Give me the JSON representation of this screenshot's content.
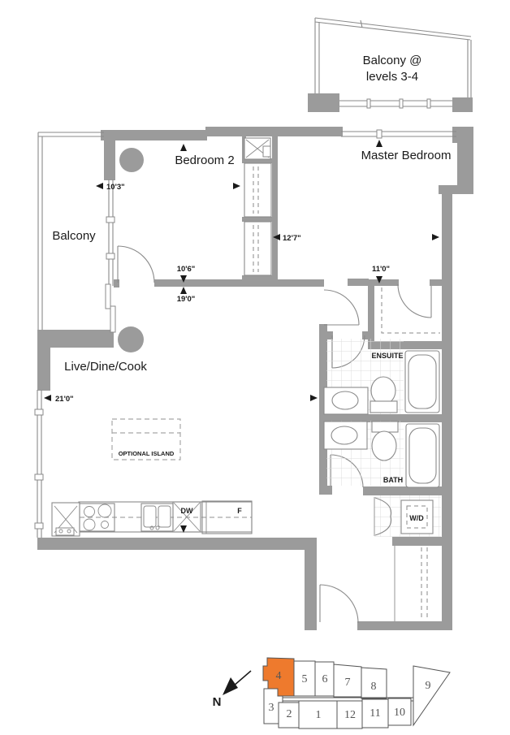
{
  "colors": {
    "wall": "#9B9B9B",
    "accent": "#EE7A2D",
    "line": "#8A8A8A",
    "ink": "#1A1A1A"
  },
  "rooms": {
    "upper_balcony_l1": "Balcony @",
    "upper_balcony_l2": "levels 3-4",
    "bedroom2": "Bedroom 2",
    "master_bedroom": "Master Bedroom",
    "balcony": "Balcony",
    "living": "Live/Dine/Cook",
    "ensuite": "ENSUITE",
    "bath": "BATH",
    "laundry": "W/D",
    "optional_island": "OPTIONAL ISLAND"
  },
  "appliances": {
    "dishwasher": "DW",
    "fridge": "F"
  },
  "dimensions": {
    "bedroom2_width": "10'3\"",
    "bedroom2_depth": "10'6\"",
    "living_length": "19'0\"",
    "master_width": "12'7\"",
    "master_depth": "11'0\"",
    "living_width": "21'0\""
  },
  "compass": {
    "north": "N"
  },
  "keyplan": {
    "highlighted_unit": "4",
    "units_top": [
      "4",
      "5",
      "6",
      "7",
      "8",
      "9"
    ],
    "units_bottom": [
      "3",
      "2",
      "1",
      "12",
      "11",
      "10"
    ]
  }
}
